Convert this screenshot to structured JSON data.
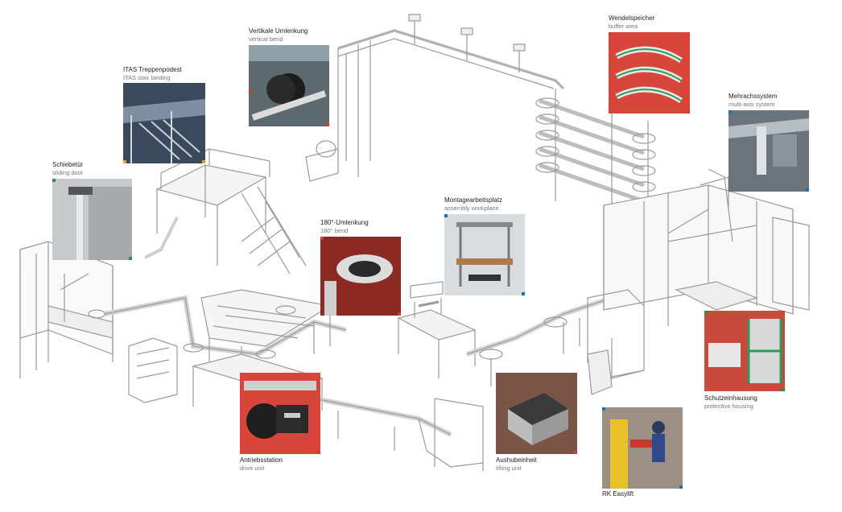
{
  "callouts": [
    {
      "id": "itas",
      "title": "ITAS Treppenpodest",
      "subtitle": "ITAS stair landing"
    },
    {
      "id": "vertical",
      "title": "Vertikale Umlenkung",
      "subtitle": "vertical bend"
    },
    {
      "id": "wendel",
      "title": "Wendelspeicher",
      "subtitle": "buffer area"
    },
    {
      "id": "mehrachs",
      "title": "Mehrachssystem",
      "subtitle": "multi-axis system"
    },
    {
      "id": "schiebe",
      "title": "Schiebetür",
      "subtitle": "sliding door"
    },
    {
      "id": "montage",
      "title": "Montagearbeitsplatz",
      "subtitle": "assembly workplace"
    },
    {
      "id": "bend180",
      "title": "180°-Umlenkung",
      "subtitle": "180° bend"
    },
    {
      "id": "schutz",
      "title": "Schutzeinhausung",
      "subtitle": "protective housing"
    },
    {
      "id": "antrieb",
      "title": "Antriebsstation",
      "subtitle": "drive unit"
    },
    {
      "id": "aushub",
      "title": "Aushubeinheit",
      "subtitle": "lifting unit"
    },
    {
      "id": "rk",
      "title": "RK Easylift",
      "subtitle": ""
    }
  ],
  "colors": {
    "accent_red": "#d23a2f",
    "accent_blue": "#1d6fb0",
    "accent_green": "#2e8b57",
    "accent_orange": "#f0a020",
    "line": "#8c8c8c",
    "frame_fill": "#f2f2f2"
  }
}
